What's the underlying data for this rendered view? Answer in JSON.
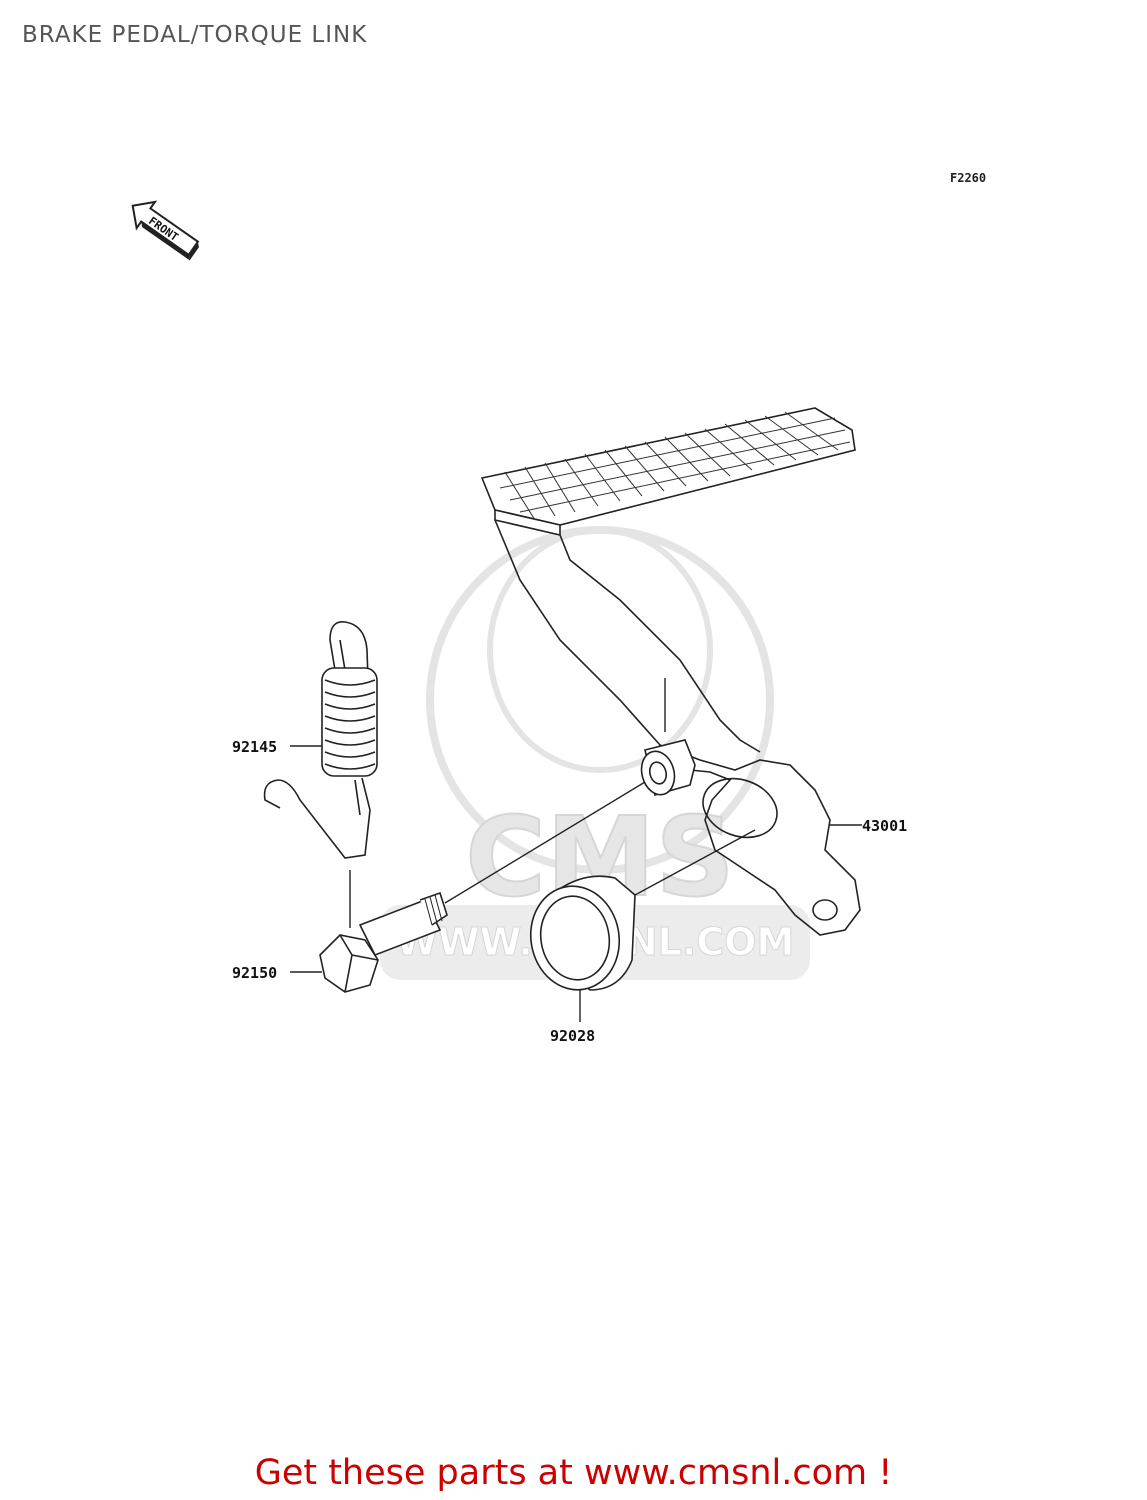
{
  "title": "BRAKE PEDAL/TORQUE LINK",
  "figure_code": "F2260",
  "front_label": "FRONT",
  "parts": [
    {
      "number": "92145"
    },
    {
      "number": "43001"
    },
    {
      "number": "92150"
    },
    {
      "number": "92028"
    }
  ],
  "watermark": {
    "brand": "CMS",
    "url": "WWW.CMSNL.COM"
  },
  "footer": {
    "text": "Get these parts at www.cmsnl.com !"
  },
  "colors": {
    "title": "#555555",
    "footer": "#cc0000",
    "line": "#222222",
    "watermark": "#e6e6e6"
  }
}
